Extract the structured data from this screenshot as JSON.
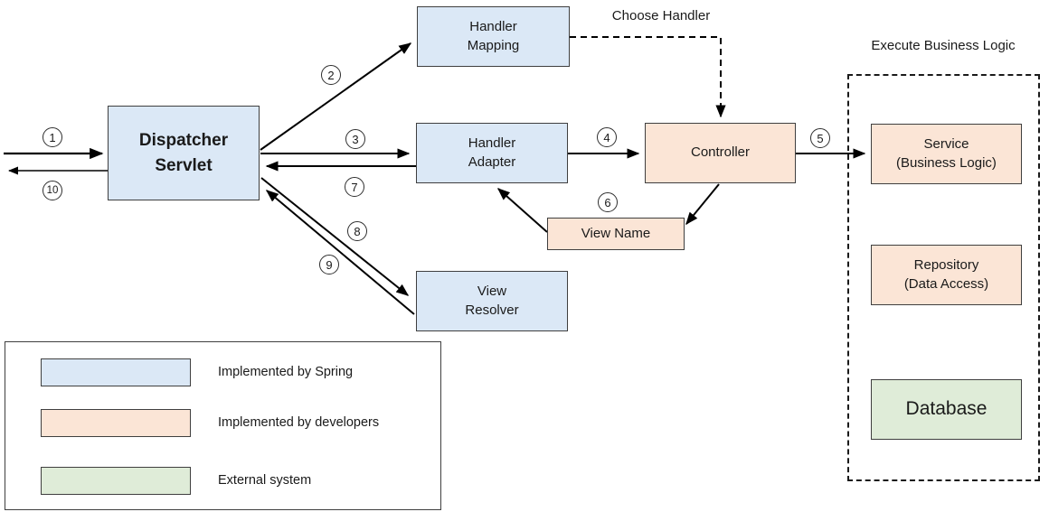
{
  "diagram": {
    "nodes": {
      "dispatcher_servlet": {
        "line1": "Dispatcher",
        "line2": "Servlet"
      },
      "handler_mapping": {
        "line1": "Handler",
        "line2": "Mapping"
      },
      "handler_adapter": {
        "line1": "Handler",
        "line2": "Adapter"
      },
      "view_resolver": {
        "line1": "View",
        "line2": "Resolver"
      },
      "controller": {
        "line1": "Controller"
      },
      "view_name": {
        "line1": "View Name"
      },
      "service": {
        "line1": "Service",
        "line2": "(Business Logic)"
      },
      "repository": {
        "line1": "Repository",
        "line2": "(Data Access)"
      },
      "database": {
        "line1": "Database"
      }
    },
    "labels": {
      "choose_handler": "Choose Handler",
      "execute_business_logic": "Execute Business Logic"
    },
    "steps": {
      "s1": "1",
      "s2": "2",
      "s3": "3",
      "s4": "4",
      "s5": "5",
      "s6": "6",
      "s7": "7",
      "s8": "8",
      "s9": "9",
      "s10": "10"
    },
    "colors": {
      "spring": "#dbe8f6",
      "developer": "#fbe5d6",
      "external": "#dfecd8",
      "border": "#3f3f3f",
      "arrow": "#000000"
    }
  },
  "legend": {
    "items": [
      {
        "label": "Implemented by Spring",
        "type": "spring"
      },
      {
        "label": "Implemented by developers",
        "type": "developer"
      },
      {
        "label": "External system",
        "type": "external"
      }
    ]
  }
}
